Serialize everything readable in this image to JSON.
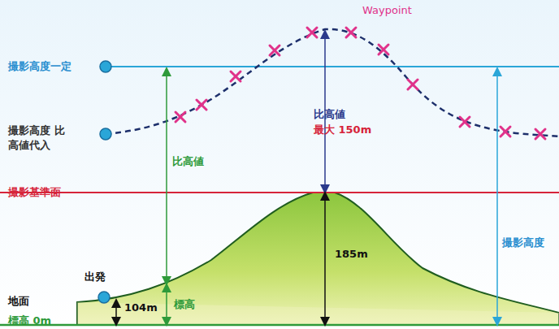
{
  "diagram": {
    "labels": [
      "Waypoint",
      "撮影高度一定",
      "撮影高度 比高値代入",
      "比高値",
      "比高値",
      "最大 150m",
      "撮影基準面",
      "185m",
      "撮影高度",
      "出発",
      "地面",
      "104m",
      "標高",
      "標高 0m"
    ]
  }
}
